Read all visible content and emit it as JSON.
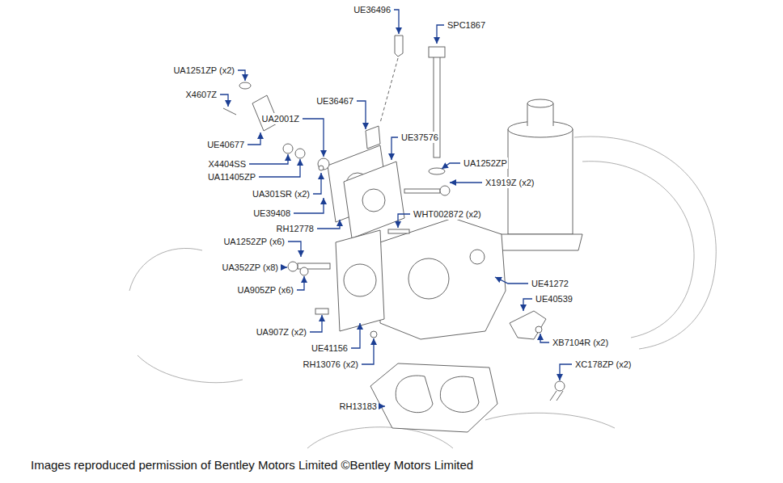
{
  "diagram": {
    "caption": "Images reproduced permission of Bentley Motors Limited ©Bentley Motors Limited",
    "labels": [
      "UE36496",
      "SPC1867",
      "UA1251ZP (x2)",
      "X4607Z",
      "UE36467",
      "UA2001Z",
      "UE37576",
      "UE40677",
      "UA1252ZP",
      "X4404SS",
      "X1919Z (x2)",
      "UA11405ZP",
      "UA301SR (x2)",
      "WHT002872 (x2)",
      "UE39408",
      "RH12778",
      "UA1252ZP (x6)",
      "UE41272",
      "UA352ZP (x8)",
      "UA905ZP (x6)",
      "UE40539",
      "XB7104R (x2)",
      "XC178ZP (x2)",
      "UA907Z (x2)",
      "UE41156",
      "RH13076 (x2)",
      "RH13183"
    ]
  }
}
